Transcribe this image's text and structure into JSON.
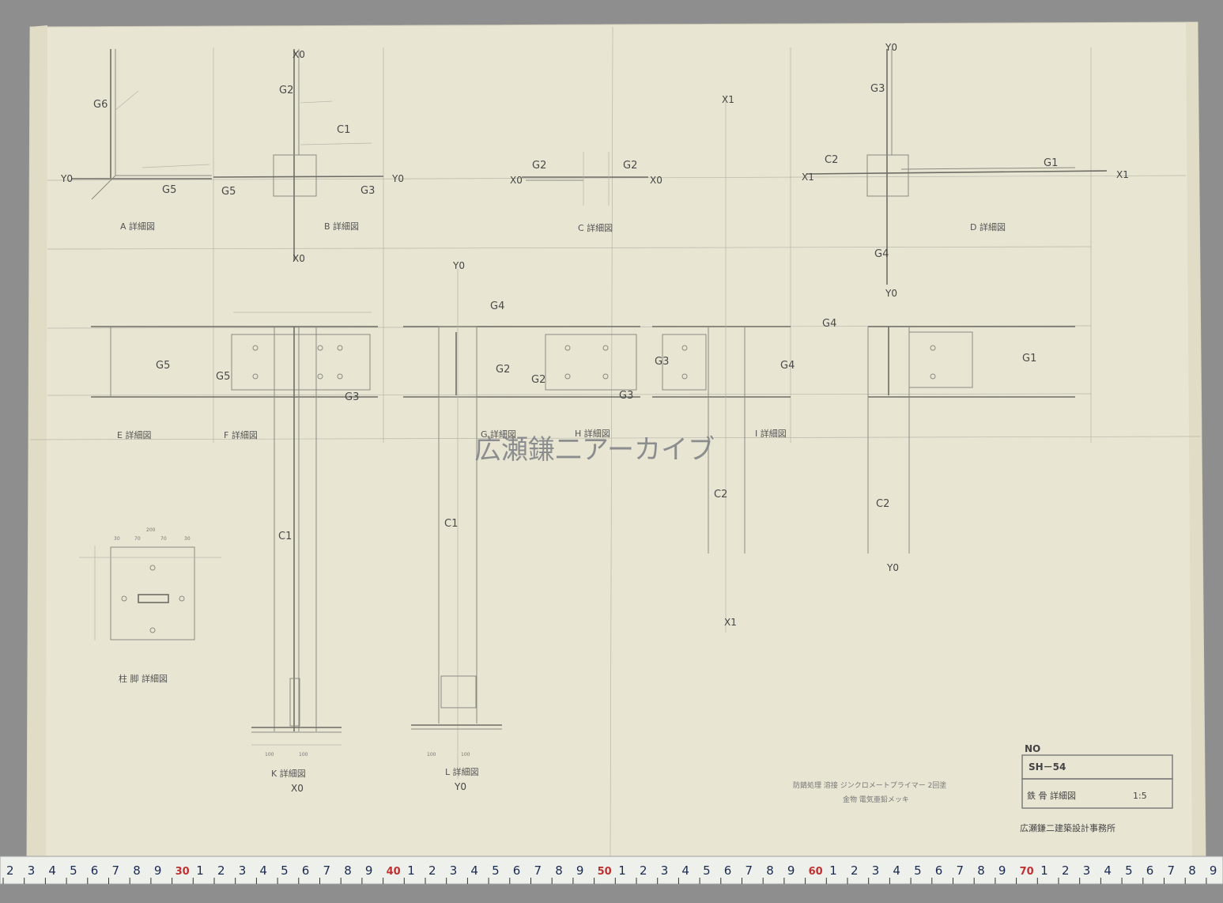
{
  "watermark": "広瀬鎌二アーカイブ",
  "details": {
    "A": {
      "caption": "A 詳細図",
      "members": [
        "G6",
        "G5"
      ]
    },
    "B": {
      "caption": "B 詳細図",
      "members": [
        "G2",
        "C1",
        "G5",
        "G3"
      ],
      "axis_top": "X0",
      "axis_bottom": "X0",
      "axis_left": "Y0",
      "axis_right": "Y0"
    },
    "C": {
      "caption": "C 詳細図",
      "members": [
        "G2",
        "G2"
      ],
      "axis_left": "X0",
      "axis_right": "X0"
    },
    "D": {
      "caption": "D 詳細図",
      "members": [
        "G3",
        "C2",
        "G1",
        "G4"
      ],
      "axis_top": "Y0",
      "axis_bottom": "Y0",
      "axis_left": "X1",
      "axis_right": "X1"
    },
    "E": {
      "caption": "E 詳細図",
      "members": [
        "G5"
      ]
    },
    "F": {
      "caption": "F 詳細図",
      "members": [
        "G5",
        "G3",
        "C1"
      ]
    },
    "G": {
      "caption": "G 詳細図",
      "members": [
        "G4",
        "G2"
      ],
      "axis_top": "Y0"
    },
    "H": {
      "caption": "H 詳細図",
      "members": [
        "G2",
        "G3",
        "G3",
        "G4",
        "C2"
      ],
      "axis_top": "X1",
      "axis_bottom": "X1"
    },
    "I": {
      "caption": "I 詳細図",
      "members": [
        "G4",
        "G1",
        "C2"
      ],
      "axis_bottom": "Y0"
    },
    "K": {
      "caption": "K 詳細図",
      "members": [
        "C1"
      ],
      "axis": "X0",
      "dims": [
        "100",
        "100"
      ]
    },
    "L": {
      "caption": "L 詳細図",
      "members": [
        "C1"
      ],
      "axis": "Y0",
      "dims": [
        "100",
        "100"
      ]
    },
    "base": {
      "caption": "柱 脚 詳細図",
      "dims": [
        "200",
        "30",
        "70",
        "70",
        "30"
      ]
    }
  },
  "notes": {
    "line1": "防錆処理 溶接 ジンクロメートプライマー 2回塗",
    "line2": "金物 電気亜鉛メッキ"
  },
  "title_block": {
    "no_label": "NO",
    "drawing_no": "SH－54",
    "title": "鉄 骨 詳細図",
    "scale": "1:5",
    "office": "広瀬鎌二建築設計事務所"
  },
  "ruler": {
    "digits": [
      "2",
      "3",
      "4",
      "5",
      "6",
      "7",
      "8",
      "9",
      "30",
      "1",
      "2",
      "3",
      "4",
      "5",
      "6",
      "7",
      "8",
      "9",
      "40",
      "1",
      "2",
      "3",
      "4",
      "5",
      "6",
      "7",
      "8",
      "9",
      "50",
      "1",
      "2",
      "3",
      "4",
      "5",
      "6",
      "7",
      "8",
      "9",
      "60",
      "1",
      "2",
      "3",
      "4",
      "5",
      "6",
      "7",
      "8",
      "9",
      "70",
      "1",
      "2",
      "3",
      "4",
      "5",
      "6",
      "7",
      "8",
      "9"
    ],
    "unit": "cm"
  }
}
